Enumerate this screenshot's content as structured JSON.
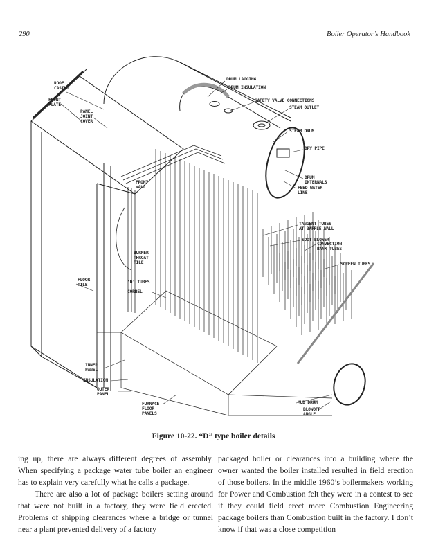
{
  "header": {
    "page_number": "290",
    "book_title": "Boiler Operator’s Handbook"
  },
  "figure": {
    "caption": "Figure 10-22. “D” type boiler details",
    "labels": {
      "roof_casing": "ROOF\nCASING",
      "front_plate": "FRONT\nPLATE",
      "panel_joint_cover": "PANEL\nJOINT\nCOVER",
      "drum_lagging": "DRUM LAGGING",
      "drum_insulation": "DRUM INSULATION",
      "safety_valve": "SAFETY VALVE CONNECTIONS",
      "steam_outlet": "STEAM OUTLET",
      "steam_drum": "STEAM DRUM",
      "dry_pipe": "DRY PIPE",
      "drum_internals": "DRUM\nINTERNALS",
      "feed_water_line": "FEED WATER\nLINE",
      "front_wall": "FRONT\nWALL",
      "tangent_tubes": "TANGENT TUBES\nAT BAFFLE WALL",
      "soot_blower": "SOOT BLOWER",
      "convection_bank": "CONVECTION\nBANK TUBES",
      "screen_tubes": "SCREEN TUBES",
      "burner_throat_tile": "BURNER\nTHROAT\nTILE",
      "d_tubes": "'D' TUBES",
      "corbel": "CORBEL",
      "floor_tile": "FLOOR\nTILE",
      "inner_panel": "INNER\nPANEL",
      "insulation": "INSULATION",
      "outer_panel": "OUTER\nPANEL",
      "furnace_floor_panels": "FURNACE\nFLOOR\nPANELS",
      "mud_drum": "MUD DRUM",
      "blowoff_angle": "BLOWOFF\nANGLE"
    }
  },
  "body": {
    "left": [
      "ing up, there are always different degrees of assembly. When specifying a package water tube boiler an engineer has to explain very carefully what he calls a package.",
      "There are also a lot of package boilers setting around that were not built in a factory, they were field erected. Problems of shipping clearances where a bridge or tunnel near a plant prevented delivery of a factory"
    ],
    "right": [
      "packaged boiler or clearances into a building where the owner wanted the boiler installed resulted in field erection of those boilers. In the middle 1960’s boilermakers working for Power and Combustion felt they were in a contest to see if they could field erect more Combustion Engineering package boilers than Combustion built in the factory. I don’t know if that was a close competition"
    ]
  }
}
